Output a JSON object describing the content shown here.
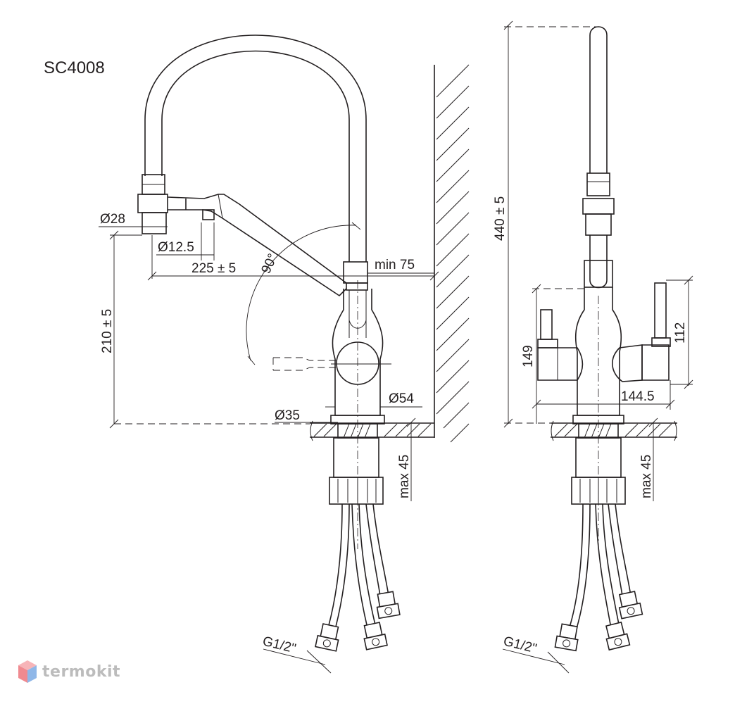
{
  "model": "SC4008",
  "logo_text": "termokit",
  "dimensions": {
    "d28": "Ø28",
    "d12_5": "Ø12.5",
    "reach": "225 ± 5",
    "angle": "90°",
    "wall_gap": "min 75",
    "height_spout": "210 ± 5",
    "d54": "Ø54",
    "d35": "Ø35",
    "max45_left": "max 45",
    "g12_left": "G1/2\"",
    "total_height": "440 ± 5",
    "h149": "149",
    "h112": "112",
    "w144_5": "144.5",
    "max45_right": "max 45",
    "g12_right": "G1/2\""
  },
  "colors": {
    "line": "#231f20",
    "logo_text": "#bcbcbc",
    "logo_top": "#f08a90",
    "logo_bottom": "#8fb7e8"
  }
}
